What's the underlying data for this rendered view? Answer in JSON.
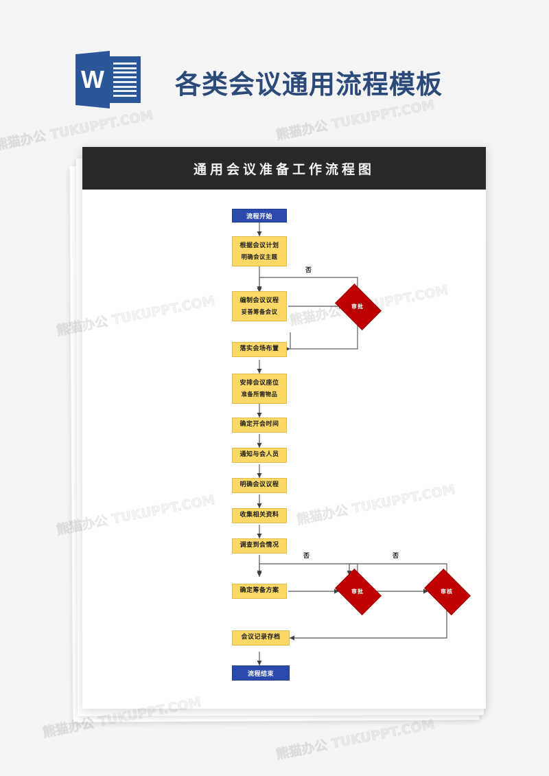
{
  "header": {
    "logo": {
      "letter": "W",
      "name": "word-logo"
    },
    "title": "各类会议通用流程模板",
    "title_color": "#2b4a7a"
  },
  "document": {
    "banner_title": "通用会议准备工作流程图",
    "banner_color": "#282828",
    "page_color": "#ffffff"
  },
  "colors": {
    "start_end": "#2b4aad",
    "step": "#fcd866",
    "decision": "#c00000",
    "connector": "#595959"
  },
  "flowchart": {
    "nodes": [
      {
        "id": "start",
        "type": "terminator",
        "line1": "流程开始",
        "line2": ""
      },
      {
        "id": "step1",
        "type": "process",
        "line1": "根据会议计划",
        "line2": "明确会议主题"
      },
      {
        "id": "step2",
        "type": "process",
        "line1": "编制会议议程",
        "line2": "妥善筹备会议"
      },
      {
        "id": "decision1",
        "type": "decision",
        "line1": "审批",
        "line2": ""
      },
      {
        "id": "step3",
        "type": "process",
        "line1": "落实会场布置",
        "line2": ""
      },
      {
        "id": "step4",
        "type": "process",
        "line1": "安排会议座位",
        "line2": "准备所需物品"
      },
      {
        "id": "step5",
        "type": "process",
        "line1": "确定开会时间",
        "line2": ""
      },
      {
        "id": "step6",
        "type": "process",
        "line1": "通知与会人员",
        "line2": ""
      },
      {
        "id": "step7",
        "type": "process",
        "line1": "明确会议议程",
        "line2": ""
      },
      {
        "id": "step8",
        "type": "process",
        "line1": "收集相关资料",
        "line2": ""
      },
      {
        "id": "step9",
        "type": "process",
        "line1": "调查到会情况",
        "line2": ""
      },
      {
        "id": "step10",
        "type": "process",
        "line1": "确定筹备方案",
        "line2": ""
      },
      {
        "id": "decision2",
        "type": "decision",
        "line1": "审批",
        "line2": ""
      },
      {
        "id": "decision3",
        "type": "decision",
        "line1": "审核",
        "line2": ""
      },
      {
        "id": "step11",
        "type": "process",
        "line1": "会议记录存档",
        "line2": ""
      },
      {
        "id": "end",
        "type": "terminator",
        "line1": "流程结束",
        "line2": ""
      }
    ],
    "edge_labels": [
      {
        "id": "no1",
        "text": "否"
      },
      {
        "id": "no2",
        "text": "否"
      },
      {
        "id": "no3",
        "text": "否"
      }
    ]
  },
  "watermark": {
    "text": "熊猫办公 TUKUPPT.COM"
  }
}
